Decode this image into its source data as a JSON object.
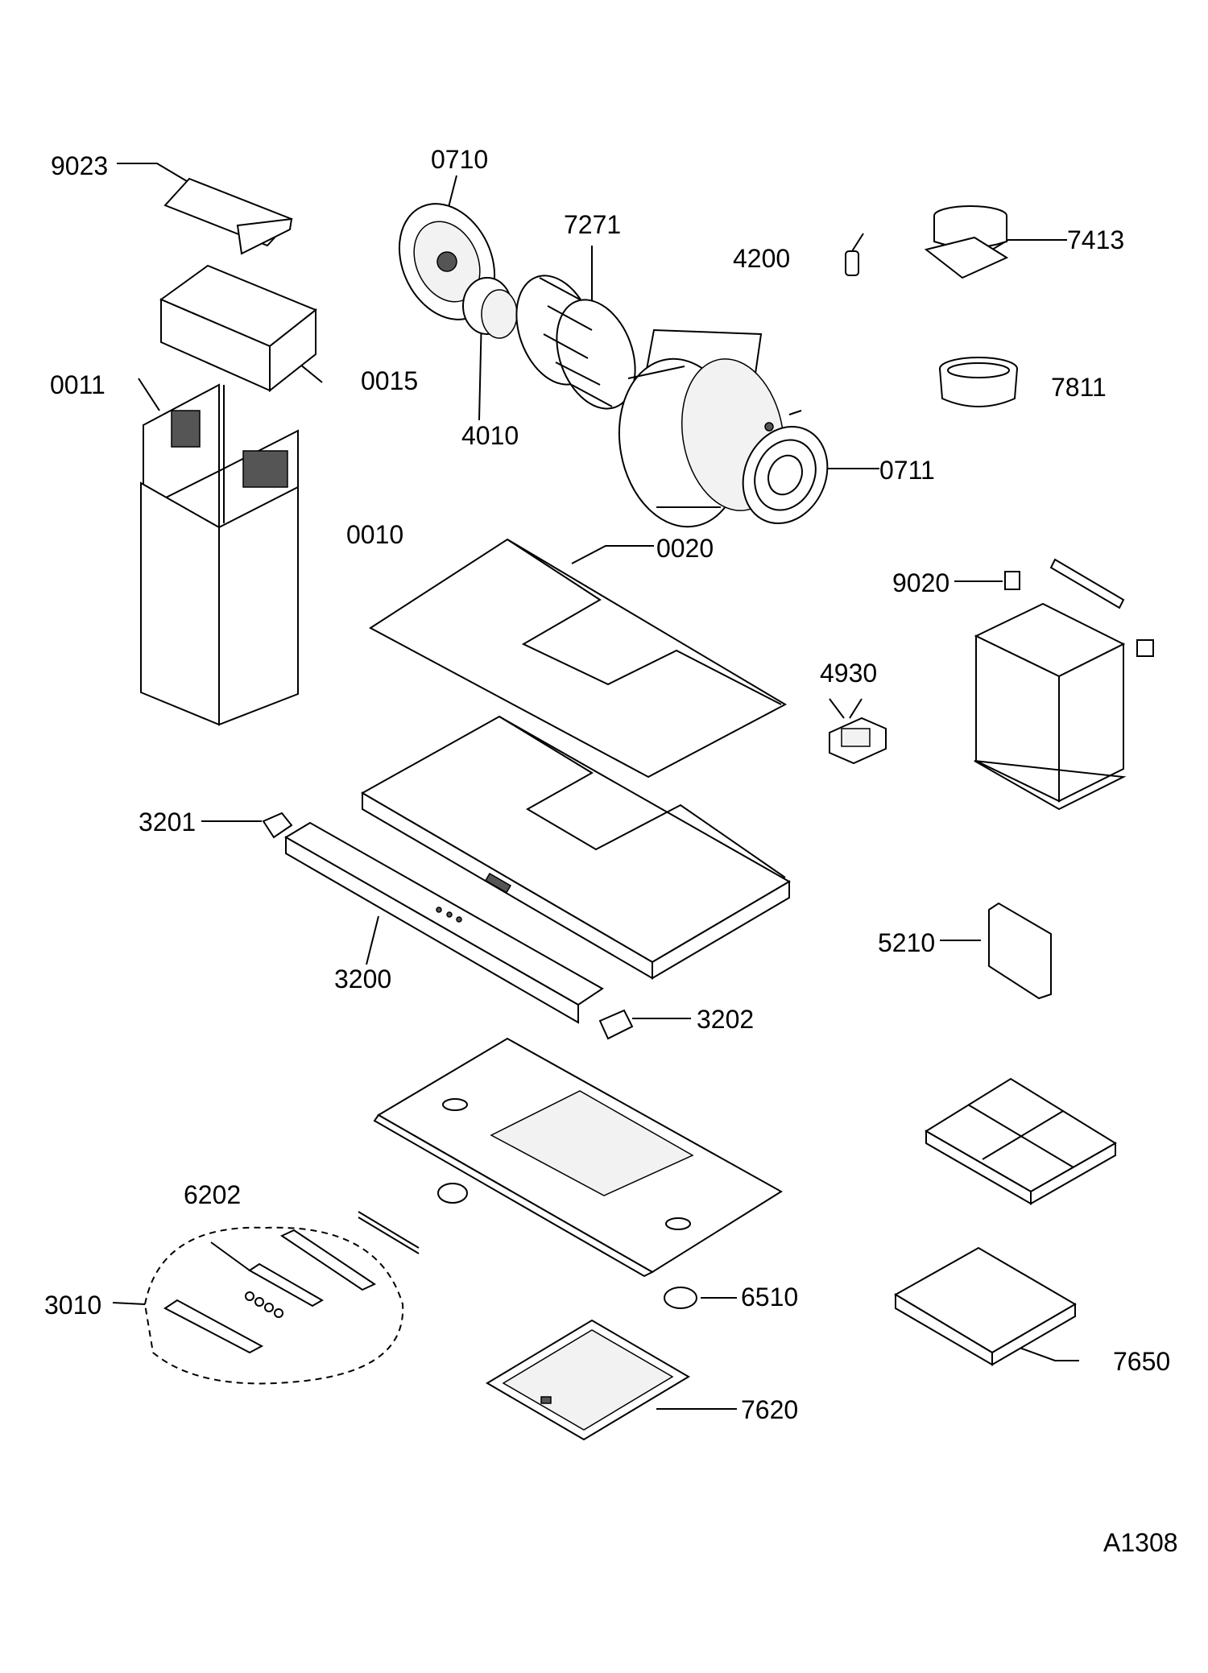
{
  "diagram": {
    "document_code": "A1308",
    "parts": [
      {
        "id": "9023",
        "label": "9023"
      },
      {
        "id": "0710",
        "label": "0710"
      },
      {
        "id": "7271",
        "label": "7271"
      },
      {
        "id": "4200",
        "label": "4200"
      },
      {
        "id": "7413",
        "label": "7413"
      },
      {
        "id": "0011",
        "label": "0011"
      },
      {
        "id": "0015",
        "label": "0015"
      },
      {
        "id": "7811",
        "label": "7811"
      },
      {
        "id": "4010",
        "label": "4010"
      },
      {
        "id": "0711",
        "label": "0711"
      },
      {
        "id": "0010",
        "label": "0010"
      },
      {
        "id": "0020",
        "label": "0020"
      },
      {
        "id": "9020",
        "label": "9020"
      },
      {
        "id": "4930",
        "label": "4930"
      },
      {
        "id": "3201",
        "label": "3201"
      },
      {
        "id": "5210",
        "label": "5210"
      },
      {
        "id": "3200",
        "label": "3200"
      },
      {
        "id": "3202",
        "label": "3202"
      },
      {
        "id": "6202",
        "label": "6202"
      },
      {
        "id": "3010",
        "label": "3010"
      },
      {
        "id": "6510",
        "label": "6510"
      },
      {
        "id": "7650",
        "label": "7650"
      },
      {
        "id": "7620",
        "label": "7620"
      }
    ]
  }
}
